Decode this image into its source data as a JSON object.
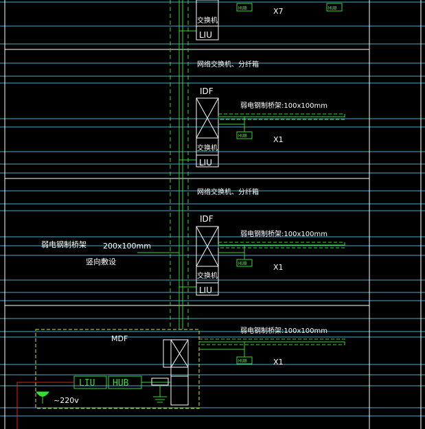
{
  "labels": {
    "switch_fiber_box": "网络交换机、分纤箱",
    "idf": "IDF",
    "mdf": "MDF",
    "switch": "交换机",
    "liu": "LIU",
    "hub": "HUB",
    "tray_horizontal": "弱电钢制桥架:100x100mm",
    "tray_vertical_title": "弱电钢制桥架",
    "tray_vertical_size": "200x100mm",
    "tray_vertical_note": "竖向敷设",
    "count_x7": "X7",
    "count_x1": "X1",
    "power": "~220v"
  },
  "colors": {
    "background": "#000000",
    "frame": "#ffffff",
    "floor_lines": "#4fa8c8",
    "dashed": "#33dd33",
    "cable": "#33dd33",
    "mdf_border": "#e6e600",
    "power_line": "#dd2222"
  },
  "icons": [
    "switch-icon",
    "hub-icon",
    "liu-icon",
    "ground-icon",
    "power-outlet-icon"
  ]
}
